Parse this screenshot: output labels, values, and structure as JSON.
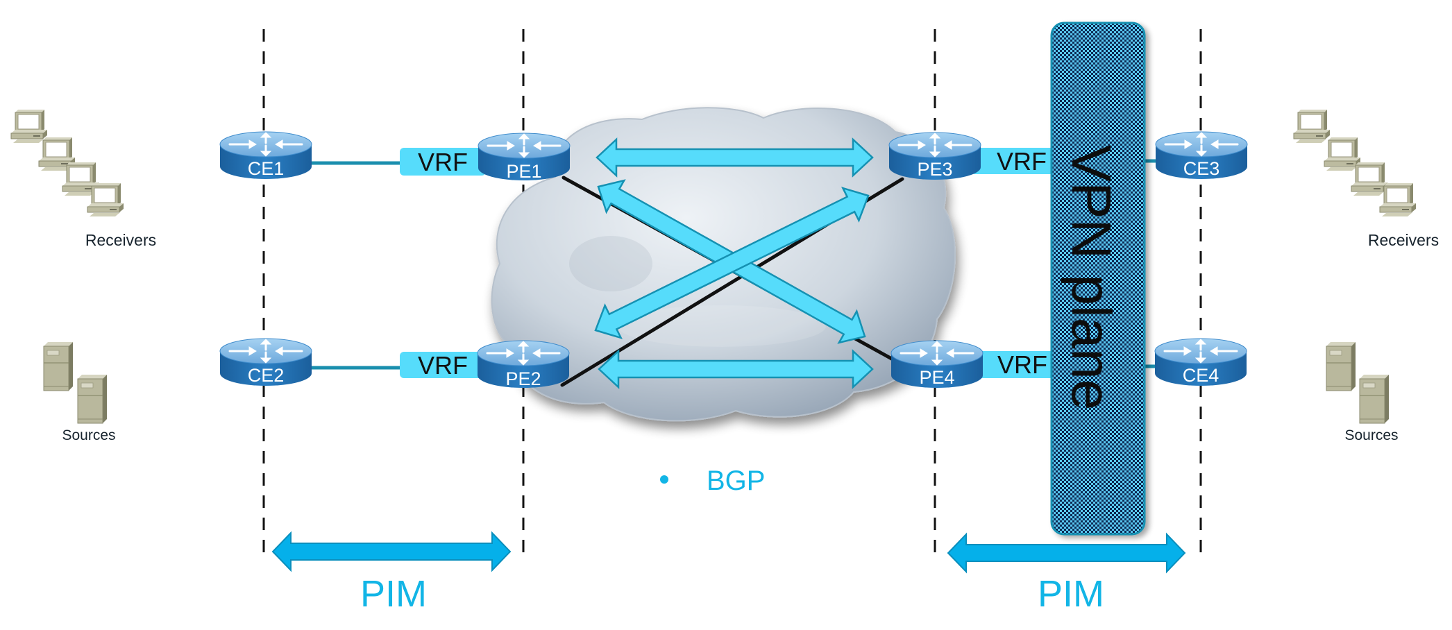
{
  "diagram": {
    "title": "Multicast VPN: VPN plane with PIM and BGP",
    "colors": {
      "router_top": "#8dc3ec",
      "router_side": "#1f6fb4",
      "vrf_fill": "#56dcfb",
      "core_arrow_fill": "#56dcfb",
      "core_arrow_stroke": "#1591b2",
      "pim_arrow_fill": "#05b0ea",
      "pim_text": "#12b5e6",
      "vpn_plane_dark": "#0b2c52",
      "vpn_plane_light": "#5ac8f2",
      "cloud": "#c9d2dc",
      "attachment_link": "#1a8fae",
      "core_link": "#111111"
    },
    "hosts": {
      "left_receivers_label": "Receivers",
      "left_sources_label": "Sources",
      "right_receivers_label": "Receivers",
      "right_sources_label": "Sources"
    },
    "routers": {
      "ce1": "CE1",
      "ce2": "CE2",
      "pe1": "PE1",
      "pe2": "PE2",
      "pe3": "PE3",
      "pe4": "PE4",
      "ce3": "CE3",
      "ce4": "CE4"
    },
    "vrf": {
      "pe1": "VRF",
      "pe2": "VRF",
      "pe3": "VRF",
      "pe4": "VRF"
    },
    "vpn_plane_label": "VPN plane",
    "bgp": {
      "bullet": "•",
      "label": "BGP"
    },
    "pim": {
      "left_label": "PIM",
      "right_label": "PIM"
    },
    "core_sessions": [
      {
        "from": "PE1",
        "to": "PE3"
      },
      {
        "from": "PE1",
        "to": "PE4"
      },
      {
        "from": "PE2",
        "to": "PE3"
      },
      {
        "from": "PE2",
        "to": "PE4"
      }
    ]
  }
}
